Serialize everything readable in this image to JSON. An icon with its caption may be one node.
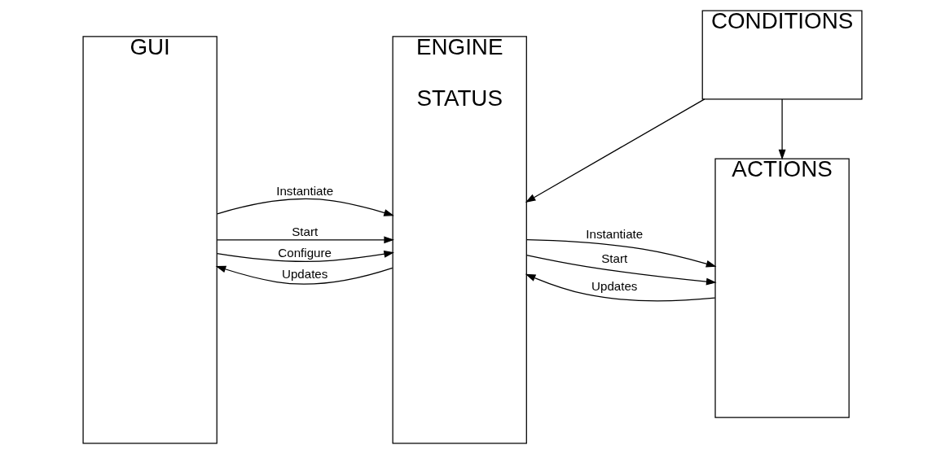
{
  "diagram": {
    "nodes": [
      {
        "text": [
          "GUI"
        ]
      },
      {
        "text": [
          "ENGINE",
          "STATUS"
        ]
      },
      {
        "text": [
          "ACTIONS"
        ]
      },
      {
        "text": [
          "CONDITIONS"
        ]
      }
    ],
    "edges": [
      {
        "from": 0,
        "to": 1,
        "label": "Instantiate",
        "arrow": "to"
      },
      {
        "from": 0,
        "to": 1,
        "label": "Start",
        "arrow": "to"
      },
      {
        "from": 0,
        "to": 1,
        "label": "Configure",
        "arrow": "to"
      },
      {
        "from": 1,
        "to": 0,
        "label": "Updates",
        "arrow": "to"
      },
      {
        "from": 1,
        "to": 2,
        "label": "Instantiate",
        "arrow": "to"
      },
      {
        "from": 1,
        "to": 2,
        "label": "Start",
        "arrow": "to"
      },
      {
        "from": 2,
        "to": 1,
        "label": "Updates",
        "arrow": "to"
      },
      {
        "from": 3,
        "to": 2,
        "arrow": "to"
      },
      {
        "from": 3,
        "to": 1,
        "arrow": "to"
      }
    ]
  }
}
